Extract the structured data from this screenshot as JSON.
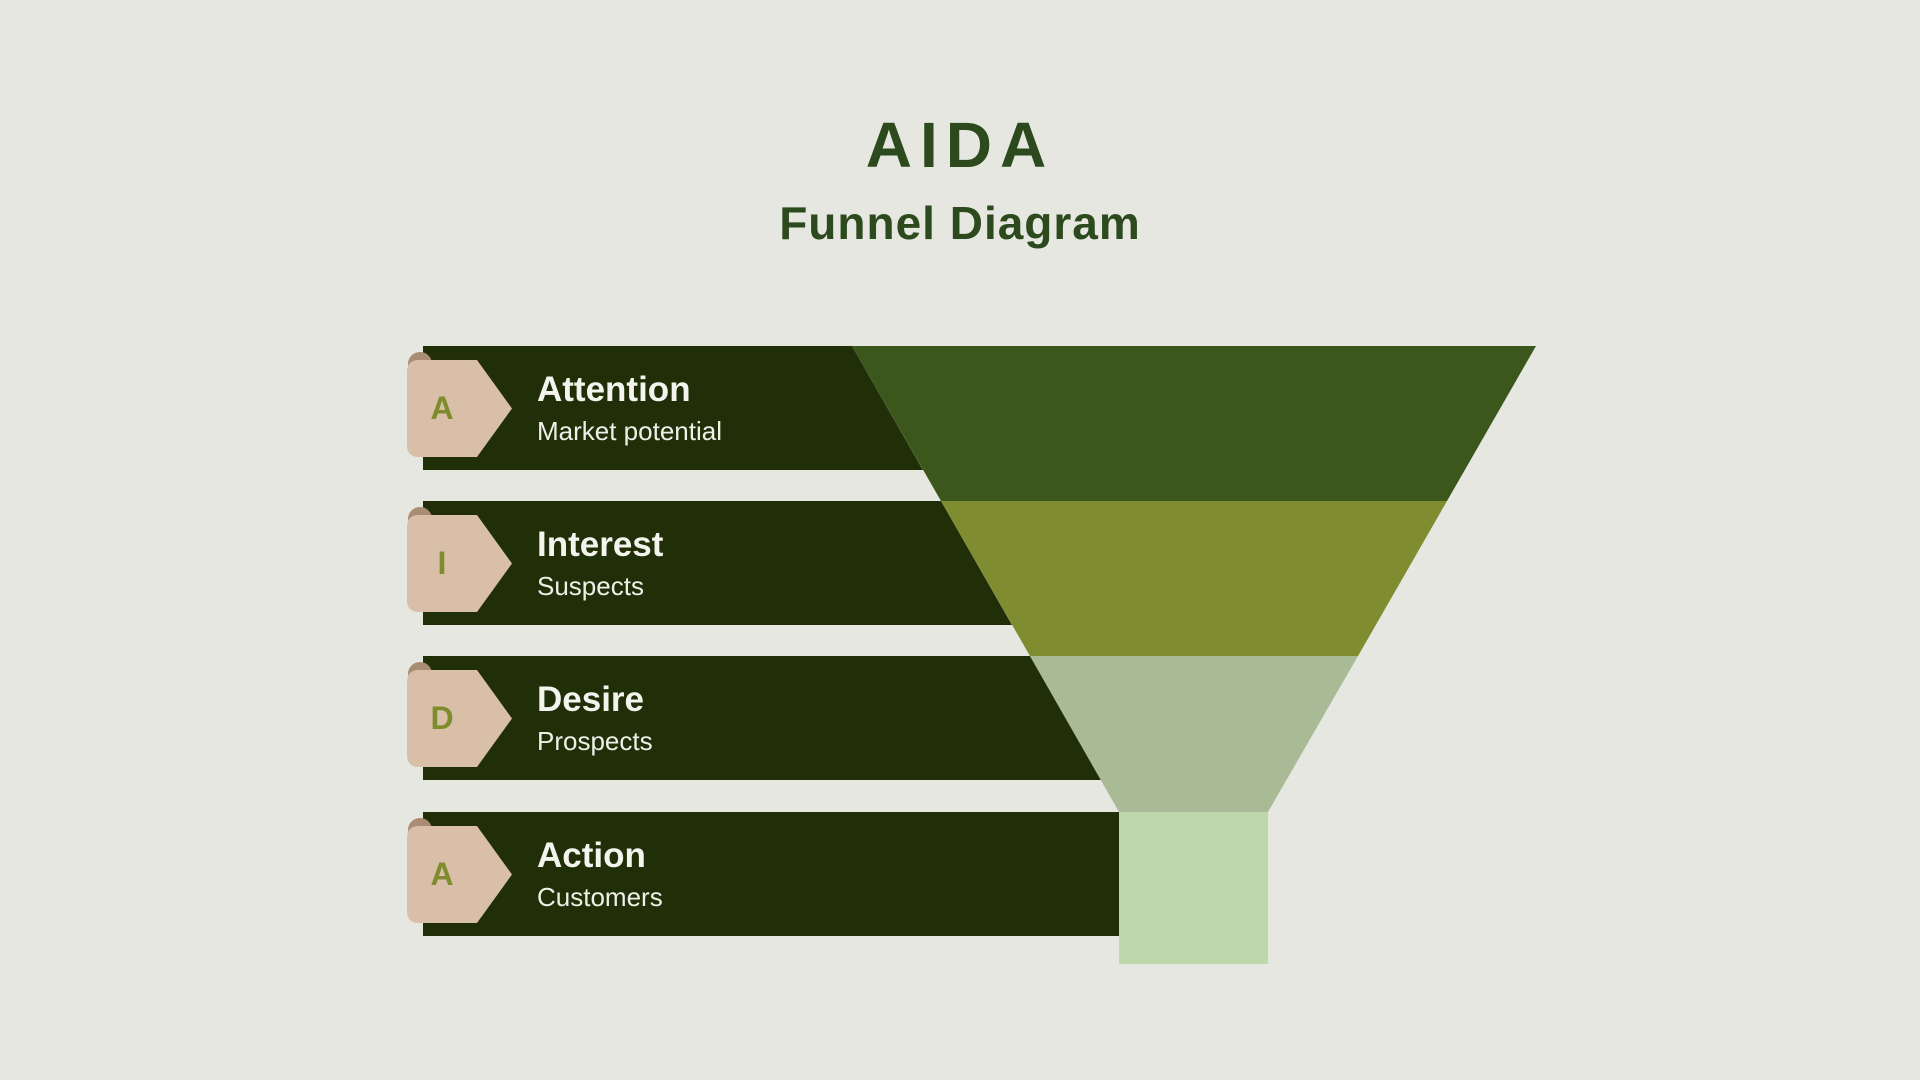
{
  "title": {
    "main": "AIDA",
    "subtitle": "Funnel Diagram",
    "color": "#2c4a1d"
  },
  "colors": {
    "background": "#e6e7e1",
    "bar": "#202f08",
    "badge": "#d9bfa8",
    "badge_fold": "#aa8c72",
    "letter": "#7e8c2e",
    "label_text": "#f4f4ee"
  },
  "funnel": {
    "stages": [
      {
        "letter": "A",
        "label": "Attention",
        "sublabel": "Market potential",
        "segment_color": "#3c571c"
      },
      {
        "letter": "I",
        "label": "Interest",
        "sublabel": "Suspects",
        "segment_color": "#7f8c30"
      },
      {
        "letter": "D",
        "label": "Desire",
        "sublabel": "Prospects",
        "segment_color": "#a9bb96"
      },
      {
        "letter": "A",
        "label": "Action",
        "sublabel": "Customers",
        "segment_color": "#bed7ab"
      }
    ]
  }
}
